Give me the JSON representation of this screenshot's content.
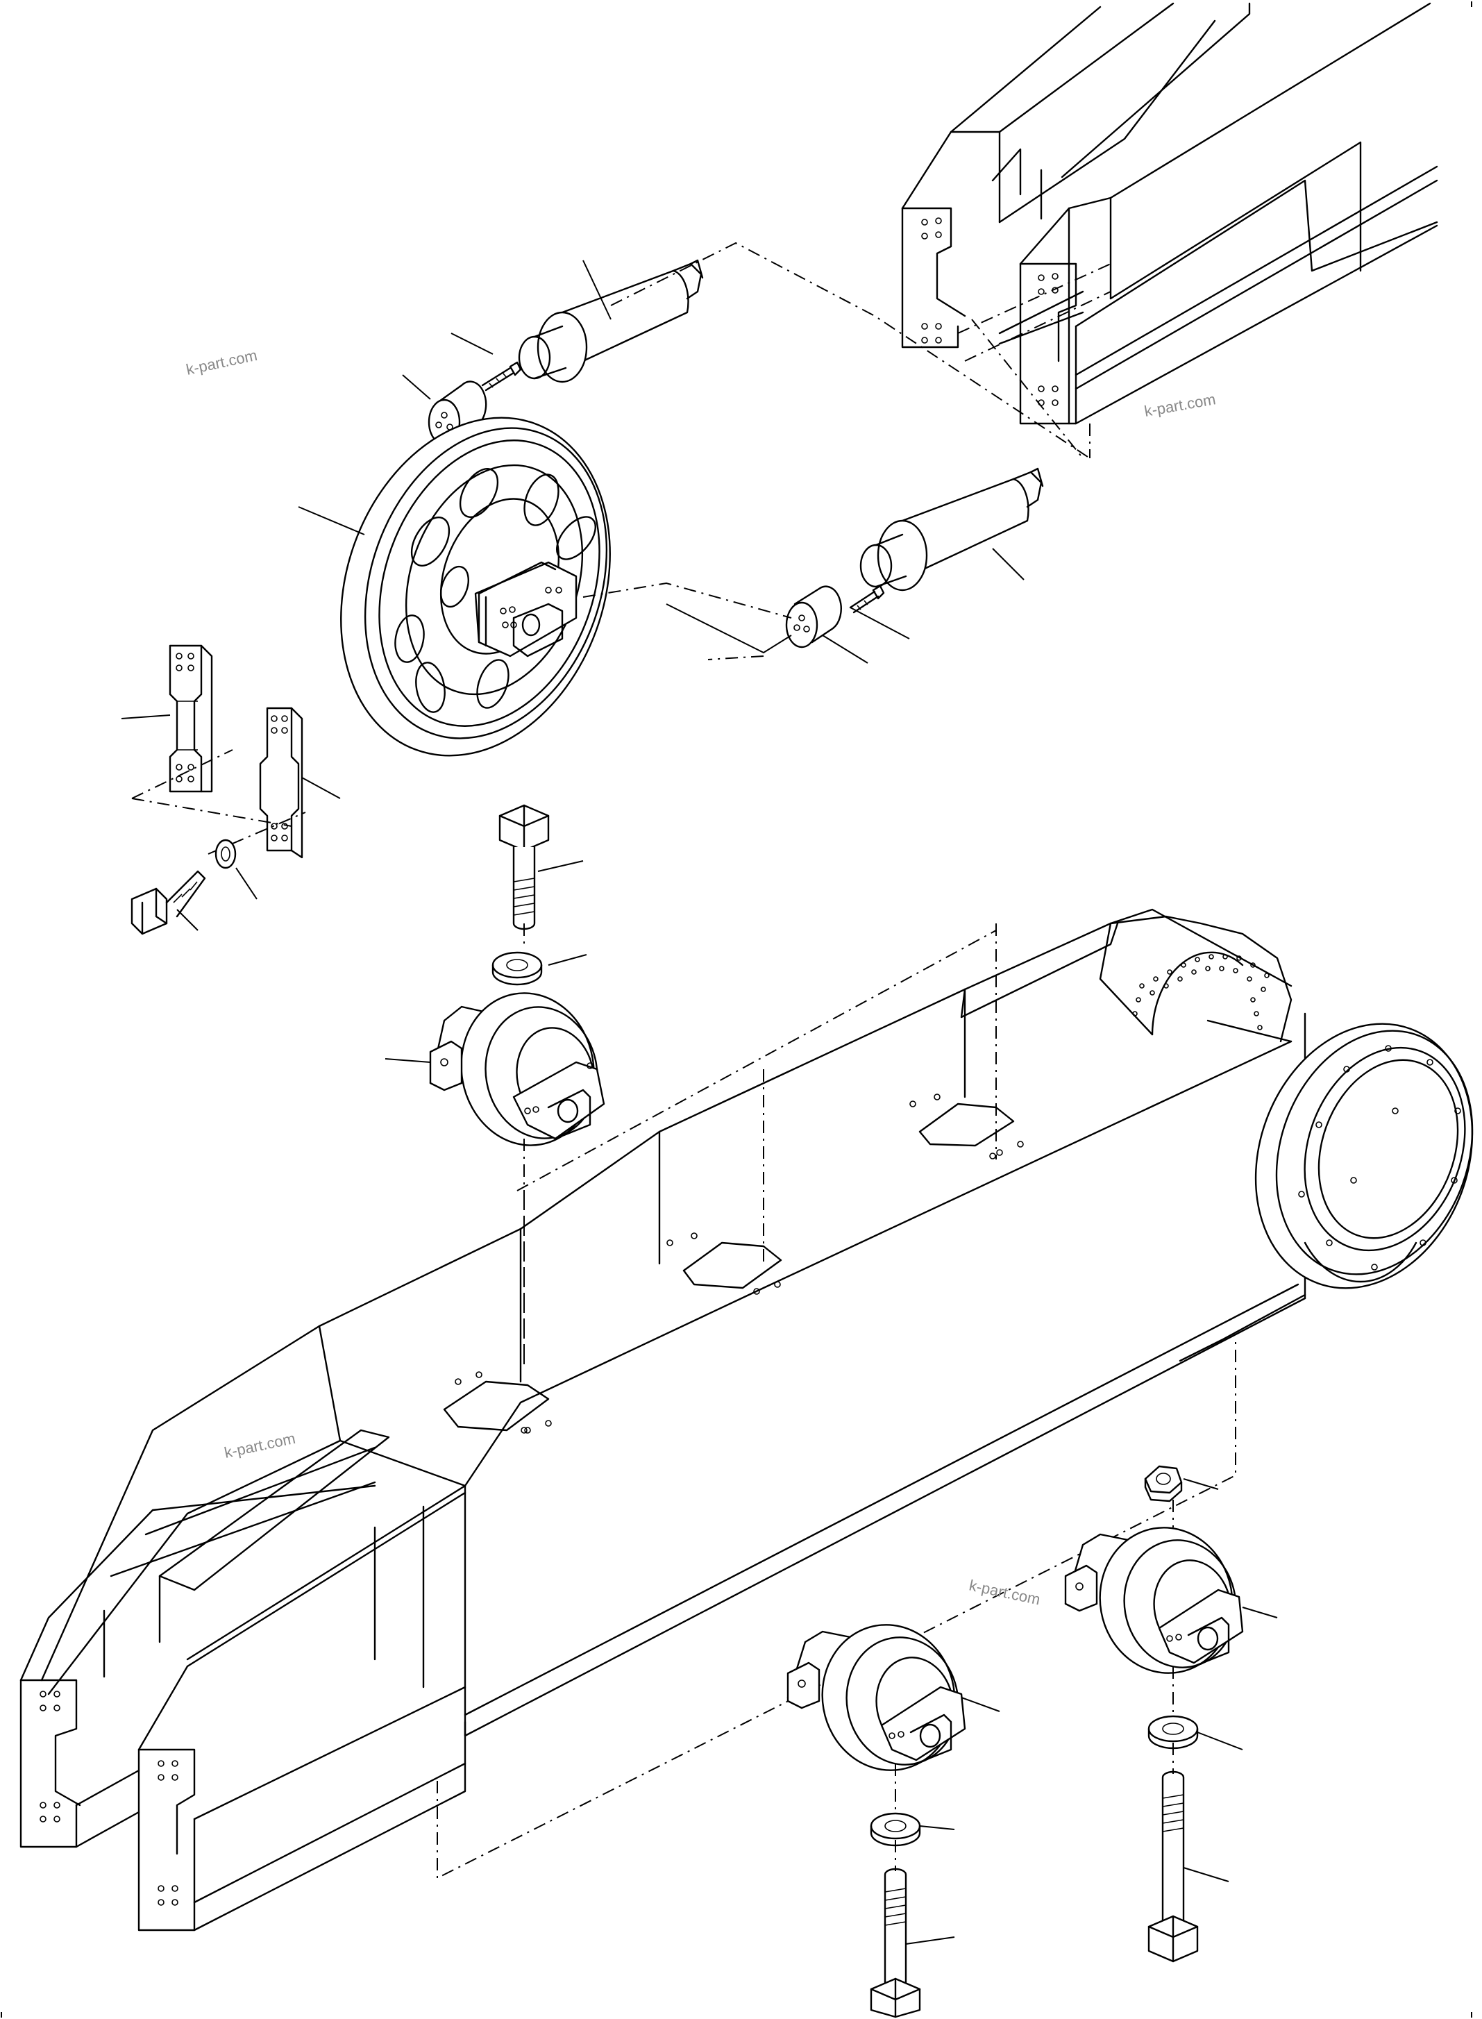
{
  "watermarks": [
    "k-part.com",
    "k-part.com",
    "k-part.com",
    "k-part.com"
  ],
  "colors": {
    "line": "#000000",
    "background": "#ffffff",
    "watermark": "#888888"
  },
  "parts": [
    "frame-rear-yoke",
    "idler-shaft-upper",
    "idler-shaft-lower",
    "idler-wheel",
    "bushing-upper",
    "bushing-lower",
    "screw-upper",
    "screw-lower",
    "guide-plate-left",
    "guide-plate-right",
    "guide-bolt",
    "guide-washer",
    "carrier-bolt",
    "carrier-washer",
    "carrier-roller",
    "track-frame",
    "final-drive-flange",
    "track-roller-center",
    "track-roller-right",
    "roller-washer-center",
    "roller-washer-right",
    "roller-bolt-center",
    "roller-bolt-right",
    "roller-nut"
  ]
}
